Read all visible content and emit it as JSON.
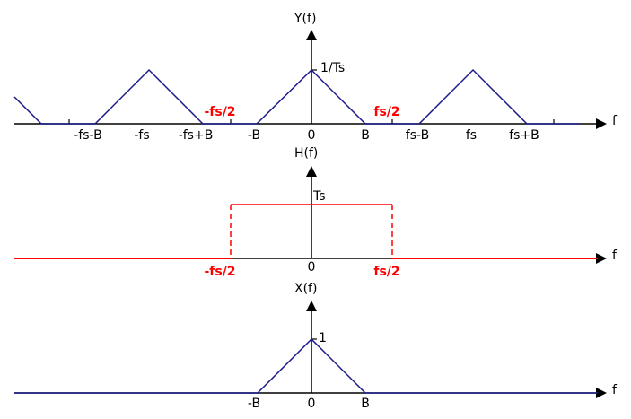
{
  "colors": {
    "spectrum": "#1a1a8c",
    "filter": "#ff0000",
    "axis": "#000000"
  },
  "top": {
    "ylabel": "Y(f)",
    "xlabel": "f",
    "peak": "1/Ts",
    "ticks": [
      "-fs-B",
      "-fs",
      "-fs+B",
      "-B",
      "0",
      "B",
      "fs-B",
      "fs",
      "fs+B"
    ],
    "red_ticks": [
      "-fs/2",
      "fs/2"
    ]
  },
  "middle": {
    "ylabel": "H(f)",
    "xlabel": "f",
    "gain": "Ts",
    "ticks": [
      "-fs/2",
      "0",
      "fs/2"
    ]
  },
  "bottom": {
    "ylabel": "X(f)",
    "xlabel": "f",
    "peak": "1",
    "ticks": [
      "-B",
      "0",
      "B"
    ]
  }
}
